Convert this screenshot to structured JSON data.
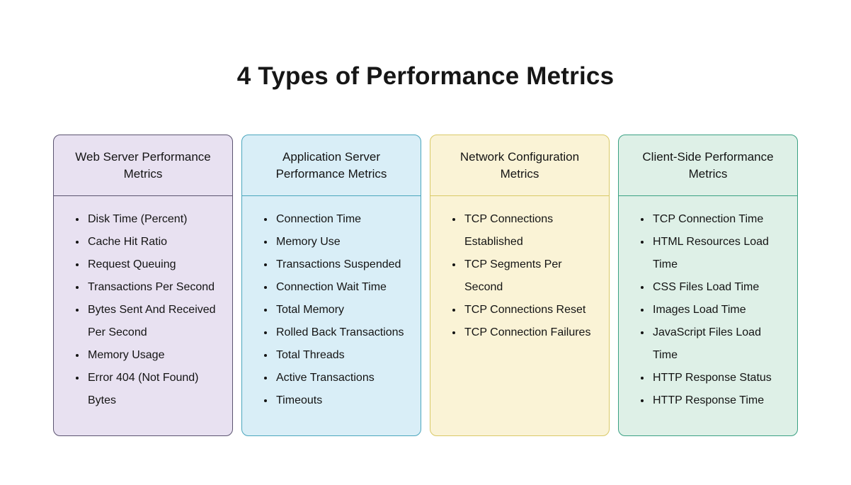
{
  "title": "4 Types of Performance Metrics",
  "text_color": "#161616",
  "background_color": "#ffffff",
  "cards": [
    {
      "title": "Web Server Performance Metrics",
      "bg": "#e8e1f1",
      "border": "#5b5370",
      "items": [
        "Disk Time (Percent)",
        "Cache Hit Ratio",
        "Request Queuing",
        "Transactions Per Second",
        "Bytes Sent And Received Per Second",
        "Memory Usage",
        "Error 404 (Not Found) Bytes"
      ]
    },
    {
      "title": "Application Server Performance Metrics",
      "bg": "#d9eef7",
      "border": "#4aa6bd",
      "items": [
        "Connection Time",
        "Memory Use",
        "Transactions Suspended",
        "Connection Wait Time",
        "Total Memory",
        "Rolled Back Transactions",
        "Total Threads",
        "Active Transactions",
        "Timeouts"
      ]
    },
    {
      "title": "Network Configuration Metrics",
      "bg": "#faf3d6",
      "border": "#d9c967",
      "items": [
        "TCP Connections Established",
        "TCP Segments Per Second",
        "TCP Connections Reset",
        "TCP Connection Failures"
      ]
    },
    {
      "title": "Client-Side Performance Metrics",
      "bg": "#def0e7",
      "border": "#3aa183",
      "items": [
        "TCP Connection Time",
        "HTML Resources Load Time",
        "CSS Files Load Time",
        "Images Load Time",
        "JavaScript Files Load Time",
        "HTTP Response Status",
        "HTTP Response Time"
      ]
    }
  ]
}
